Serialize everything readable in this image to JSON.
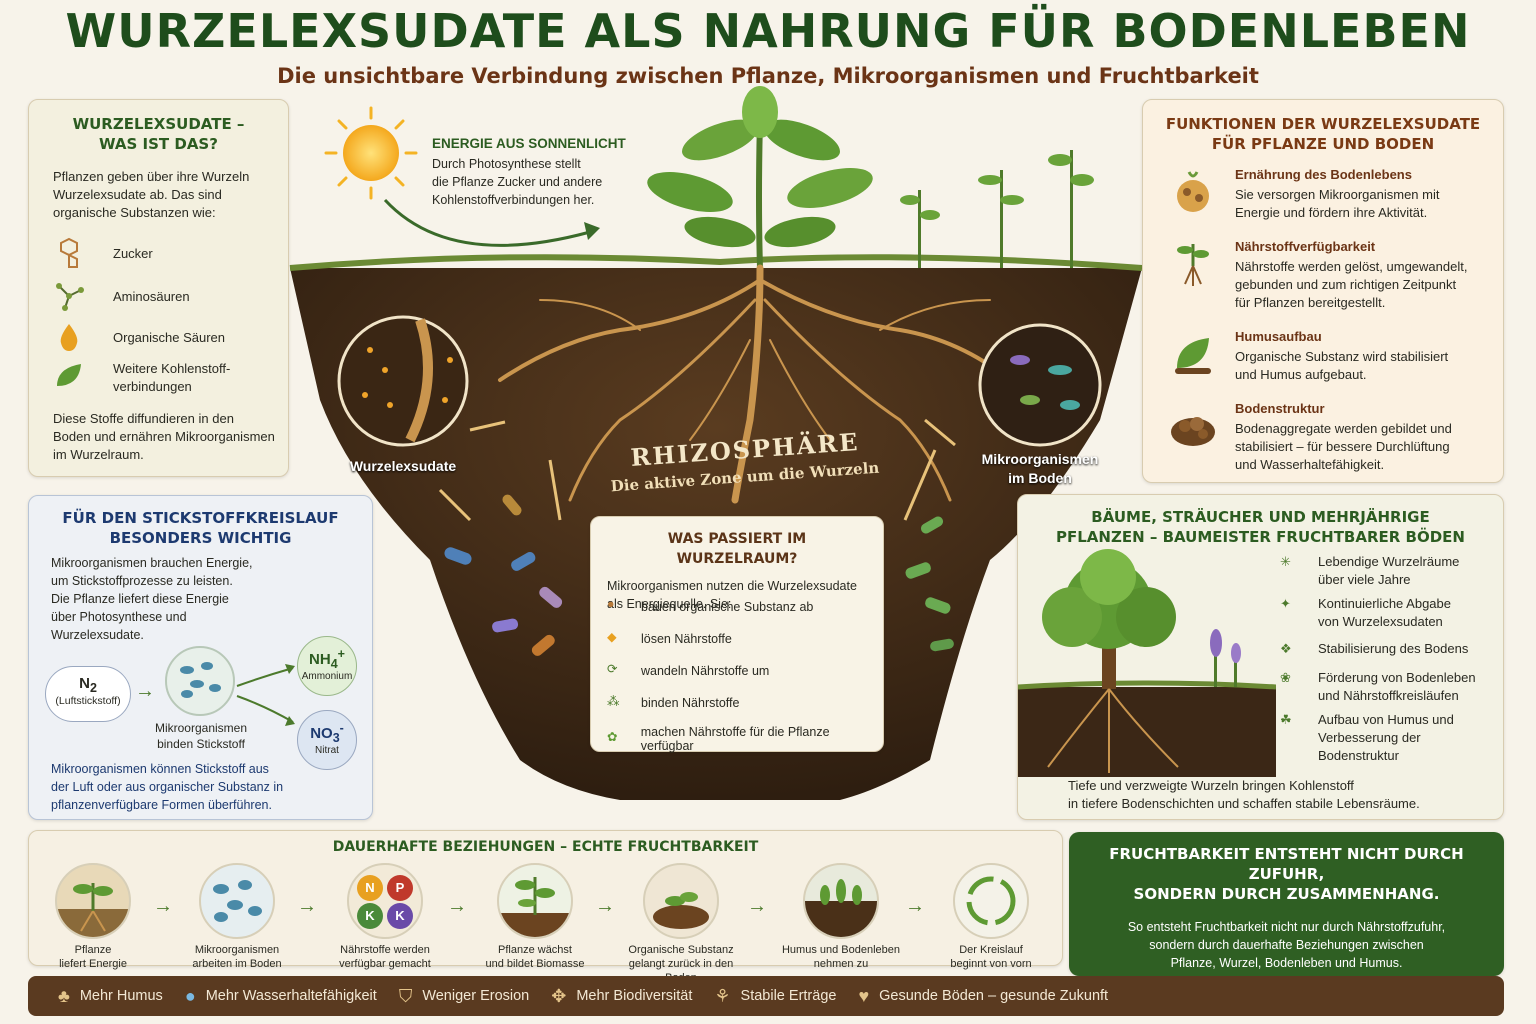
{
  "title": "WURZELEXSUDATE ALS NAHRUNG FÜR BODENLEBEN",
  "subtitle": "Die unsichtbare Verbindung zwischen Pflanze, Mikroorganismen und Fruchtbarkeit",
  "what": {
    "heading_1": "WURZELEXSUDATE –",
    "heading_2": "WAS IST DAS?",
    "intro_1": "Pflanzen geben über ihre Wurzeln",
    "intro_2": "Wurzelexsudate ab. Das sind",
    "intro_3": "organische Substanzen wie:",
    "items": [
      "Zucker",
      "Aminosäuren",
      "Organische Säuren",
      "Weitere Kohlenstoff-",
      "verbindungen"
    ],
    "outro_1": "Diese Stoffe diffundieren in den",
    "outro_2": "Boden und ernähren Mikroorganismen",
    "outro_3": "im Wurzelraum."
  },
  "energy": {
    "heading": "ENERGIE AUS SONNENLICHT",
    "line_1": "Durch Photosynthese stellt",
    "line_2": "die Pflanze Zucker und andere",
    "line_3": "Kohlenstoffverbindungen her."
  },
  "rhizo": {
    "title": "RHIZOSPHÄRE",
    "subtitle": "Die aktive Zone um die Wurzeln",
    "label_left": "Wurzelexsudate",
    "label_right_1": "Mikroorganismen",
    "label_right_2": "im Boden"
  },
  "mid": {
    "heading": "WAS PASSIERT IM WURZELRAUM?",
    "intro_1": "Mikroorganismen nutzen die Wurzelexsudate",
    "intro_2": "als Energiequelle. Sie:",
    "items": [
      "bauen organische Substanz ab",
      "lösen Nährstoffe",
      "wandeln Nährstoffe um",
      "binden Nährstoffe",
      "machen Nährstoffe für die Pflanze verfügbar"
    ]
  },
  "nitrogen": {
    "heading_1": "FÜR DEN STICKSTOFFKREISLAUF",
    "heading_2": "BESONDERS WICHTIG",
    "text": [
      "Mikroorganismen brauchen Energie,",
      "um Stickstoffprozesse zu leisten.",
      "Die Pflanze liefert diese Energie",
      "über Photosynthese und",
      "Wurzelexsudate."
    ],
    "n2": "N",
    "n2_sub": "2",
    "n2_label": "(Luftstickstoff)",
    "micro_1": "Mikroorganismen",
    "micro_2": "binden Stickstoff",
    "nh4": "NH",
    "nh4_sub": "4",
    "nh4_sup": "+",
    "nh4_label": "Ammonium",
    "no3": "NO",
    "no3_sub": "3",
    "no3_sup": "-",
    "no3_label": "Nitrat",
    "footer": [
      "Mikroorganismen können Stickstoff aus",
      "der Luft oder aus organischer Substanz in",
      "pflanzenverfügbare Formen überführen."
    ]
  },
  "functions": {
    "heading_1": "FUNKTIONEN DER WURZELEXSUDATE",
    "heading_2": "FÜR PFLANZE UND BODEN",
    "items": [
      {
        "title": "Ernährung des Bodenlebens",
        "l1": "Sie versorgen Mikroorganismen mit",
        "l2": "Energie und fördern ihre Aktivität.",
        "l3": ""
      },
      {
        "title": "Nährstoffverfügbarkeit",
        "l1": "Nährstoffe werden gelöst, umgewandelt,",
        "l2": "gebunden und zum richtigen Zeitpunkt",
        "l3": "für Pflanzen bereitgestellt."
      },
      {
        "title": "Humusaufbau",
        "l1": "Organische Substanz wird stabilisiert",
        "l2": "und Humus aufgebaut.",
        "l3": ""
      },
      {
        "title": "Bodenstruktur",
        "l1": "Bodenaggregate werden gebildet und",
        "l2": "stabilisiert – für bessere Durchlüftung",
        "l3": "und Wasserhaltefähigkeit."
      }
    ]
  },
  "trees": {
    "heading_1": "BÄUME, STRÄUCHER UND MEHRJÄHRIGE",
    "heading_2": "PFLANZEN – BAUMEISTER FRUCHTBARER BÖDEN",
    "items": [
      {
        "l1": "Lebendige Wurzelräume",
        "l2": "über viele Jahre",
        "l3": ""
      },
      {
        "l1": "Kontinuierliche Abgabe",
        "l2": "von Wurzelexsudaten",
        "l3": ""
      },
      {
        "l1": "Stabilisierung des Bodens",
        "l2": "",
        "l3": ""
      },
      {
        "l1": "Förderung von Bodenleben",
        "l2": "und Nährstoffkreisläufen",
        "l3": ""
      },
      {
        "l1": "Aufbau von Humus und",
        "l2": "Verbesserung der",
        "l3": "Bodenstruktur"
      }
    ],
    "footer_1": "Tiefe und verzweigte Wurzeln bringen Kohlenstoff",
    "footer_2": "in tiefere Bodenschichten und schaffen stabile Lebensräume."
  },
  "relations": {
    "heading": "DAUERHAFTE BEZIEHUNGEN – ECHTE FRUCHTBARKEIT",
    "steps": [
      {
        "l1": "Pflanze",
        "l2": "liefert Energie"
      },
      {
        "l1": "Mikroorganismen",
        "l2": "arbeiten im Boden"
      },
      {
        "l1": "Nährstoffe werden",
        "l2": "verfügbar gemacht"
      },
      {
        "l1": "Pflanze wächst",
        "l2": "und bildet Biomasse"
      },
      {
        "l1": "Organische Substanz",
        "l2": "gelangt zurück in den Boden"
      },
      {
        "l1": "Humus und Bodenleben",
        "l2": "nehmen zu"
      },
      {
        "l1": "Der Kreislauf",
        "l2": "beginnt von vorn"
      }
    ],
    "npk": [
      "N",
      "P",
      "K",
      "K"
    ]
  },
  "fert": {
    "heading_1": "FRUCHTBARKEIT ENTSTEHT NICHT DURCH ZUFUHR,",
    "heading_2": "SONDERN DURCH ZUSAMMENHANG.",
    "l1": "So entsteht Fruchtbarkeit nicht nur durch Nährstoffzufuhr,",
    "l2": "sondern durch dauerhafte Beziehungen zwischen",
    "l3": "Pflanze, Wurzel, Bodenleben und Humus."
  },
  "footer": [
    "Mehr Humus",
    "Mehr Wasserhaltefähigkeit",
    "Weniger Erosion",
    "Mehr Biodiversität",
    "Stabile Erträge",
    "Gesunde Böden – gesunde Zukunft"
  ],
  "colors": {
    "title": "#1e4d1c",
    "subtitle": "#6b3416",
    "soil": "#3b2716",
    "root": "#c9954e",
    "fert_bg": "#2f5f23",
    "footer_bg": "#5a3a20"
  }
}
